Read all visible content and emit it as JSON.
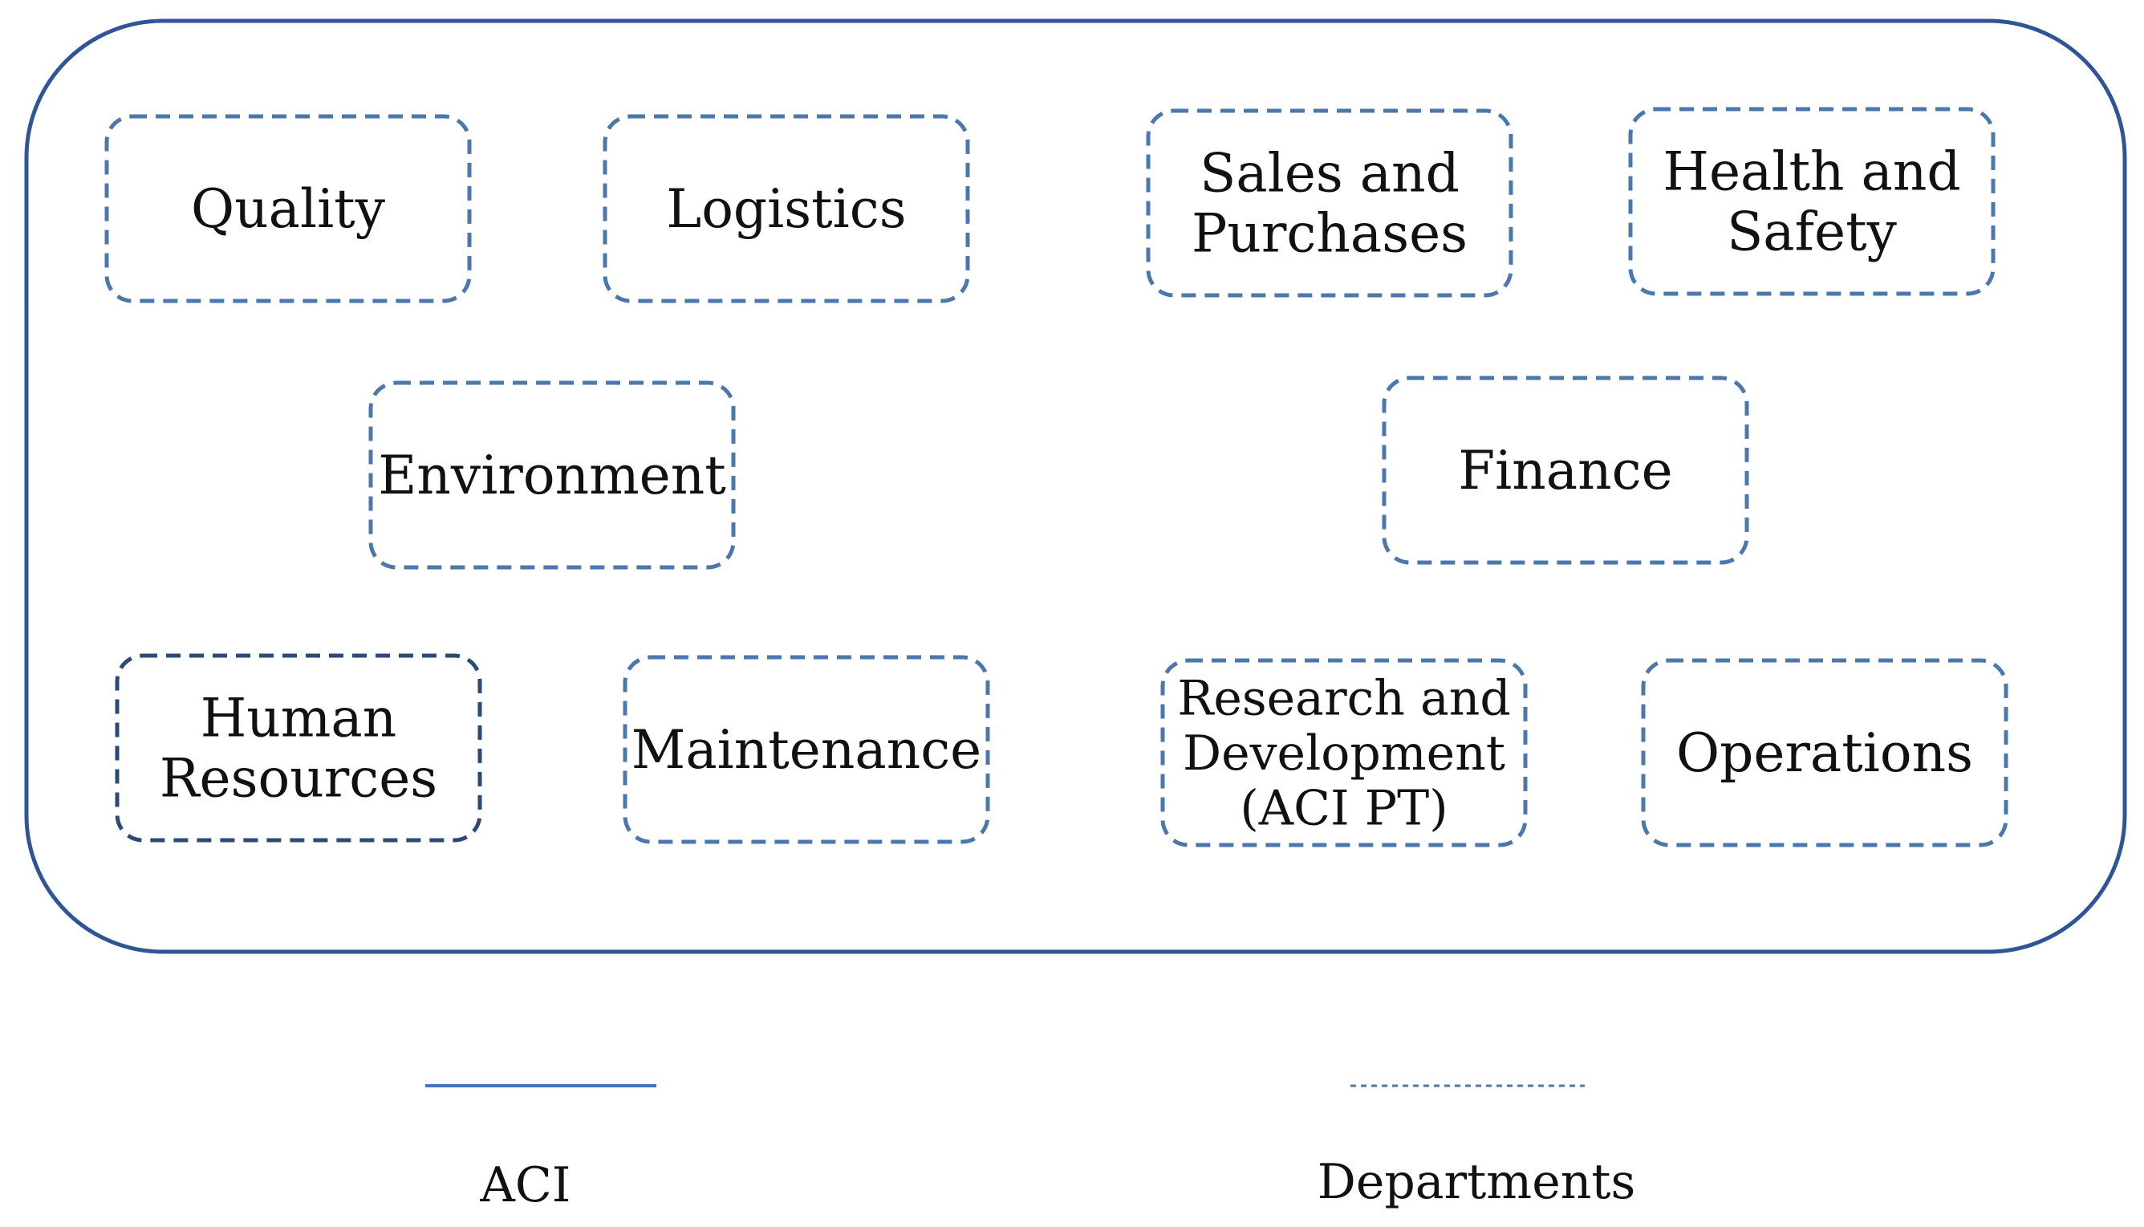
{
  "colors": {
    "container_stroke": "#2f5597",
    "department_stroke": "#4a78ad",
    "department_stroke_dark": "#2b4a78",
    "text": "#111111"
  },
  "departments": [
    {
      "id": "quality",
      "lines": [
        "Quality"
      ]
    },
    {
      "id": "logistics",
      "lines": [
        "Logistics"
      ]
    },
    {
      "id": "sales-purchases",
      "lines": [
        "Sales and",
        "Purchases"
      ]
    },
    {
      "id": "health-safety",
      "lines": [
        "Health and",
        "Safety"
      ]
    },
    {
      "id": "environment",
      "lines": [
        "Environment"
      ]
    },
    {
      "id": "finance",
      "lines": [
        "Finance"
      ]
    },
    {
      "id": "human-resources",
      "lines": [
        "Human",
        "Resources"
      ]
    },
    {
      "id": "maintenance",
      "lines": [
        "Maintenance"
      ]
    },
    {
      "id": "research-development",
      "lines": [
        "Research and",
        "Development",
        "(ACI PT)"
      ]
    },
    {
      "id": "operations",
      "lines": [
        "Operations"
      ]
    }
  ],
  "legend": {
    "solid_label": "ACI",
    "dashed_label": "Departments"
  }
}
